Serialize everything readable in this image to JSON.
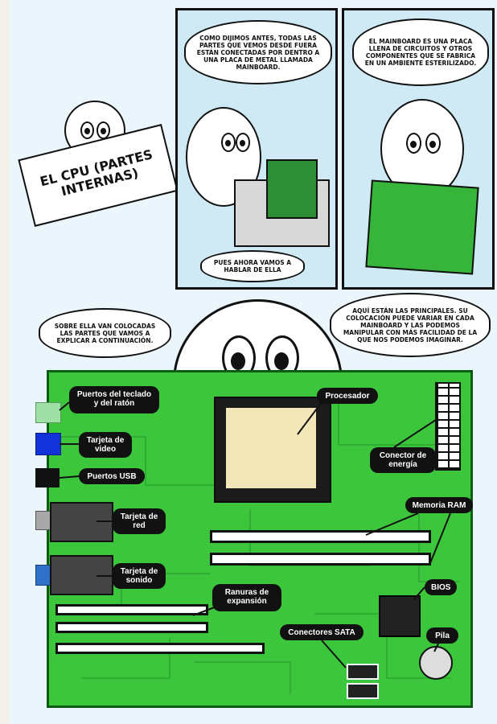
{
  "panel1_sign": "EL CPU (PARTES INTERNAS)",
  "panel2_bubble_top": "Como dijimos antes, todas las partes que vemos desde fuera están conectadas por dentro a una placa de metal llamada mainboard.",
  "panel2_bubble_bottom": "Pues ahora vamos a hablar de ella",
  "panel3_bubble": "El mainboard es una placa llena de circuitos y otros componentes que se fabrica en un ambiente esterilizado.",
  "bubble_left": "Sobre ella van colocadas las partes que vamos a explicar a continuación.",
  "bubble_right": "Aquí están las principales. Su colocación puede variar en cada mainboard y las podemos manipular con más facilidad de la que nos podemos imaginar.",
  "labels": {
    "keyboard_mouse": "Puertos del teclado y del ratón",
    "video": "Tarjeta de video",
    "usb": "Puertos USB",
    "network": "Tarjeta de red",
    "sound": "Tarjeta de sonido",
    "processor": "Procesador",
    "power": "Conector de energía",
    "ram": "Memoria RAM",
    "expansion": "Ranuras de expansión",
    "bios": "BIOS",
    "sata": "Conectores SATA",
    "battery": "Pila"
  },
  "colors": {
    "board": "#3cc63c",
    "board_trace": "#2fae33",
    "panel_bg": "#cfeaf4",
    "chip": "#f3e6b8",
    "port_kbd": "#9fe0a6",
    "port_video": "#1233d9",
    "port_usb": "#111111",
    "port_net": "#a8a8a8",
    "port_sound": "#2f70c8"
  }
}
